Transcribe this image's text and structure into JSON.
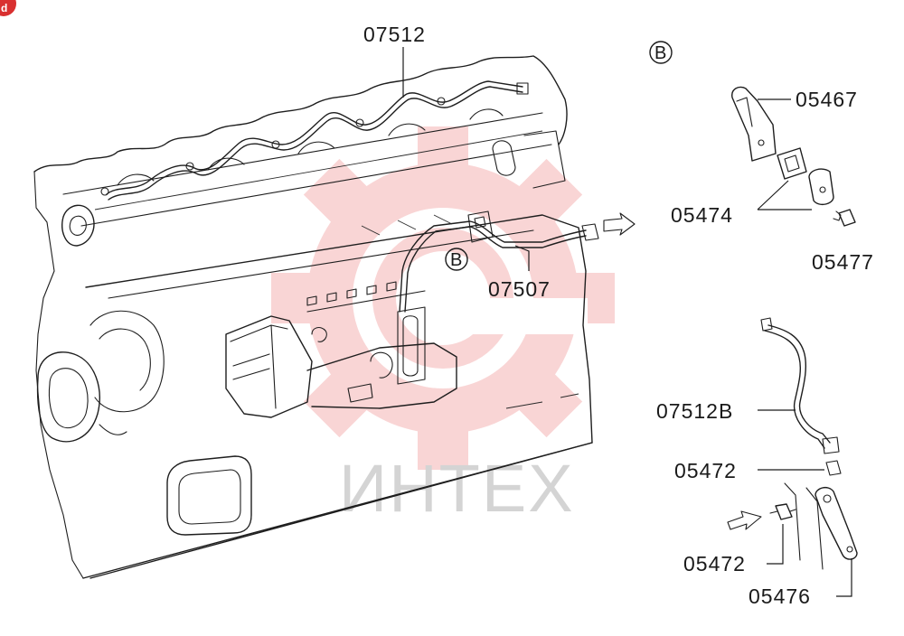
{
  "parts": {
    "p07512": "07512",
    "p07507": "07507",
    "p05467": "05467",
    "p05474": "05474",
    "p05477": "05477",
    "p07512B": "07512B",
    "p05472_a": "05472",
    "p05472_b": "05472",
    "p05476": "05476"
  },
  "callouts": {
    "b_detail": "B",
    "b_engine": "B"
  },
  "watermark": {
    "text": "ИНТЕХ",
    "color": "#f2a0a0"
  },
  "colors": {
    "line": "#1e1e1e",
    "watermark_gear": "#f4b3b3",
    "corner_badge": "#d93030"
  }
}
